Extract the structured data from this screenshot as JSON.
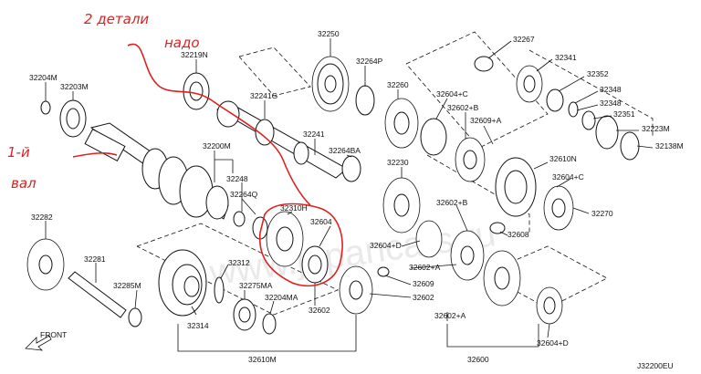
{
  "diagram_code": "J32200EU",
  "front_label": "FRONT",
  "watermark": "www.japancars.ru",
  "annotations": {
    "note_line1": "2 детали",
    "note_line2": "надо",
    "note_line3": "1-й",
    "note_line4": "вал"
  },
  "parts": {
    "p32250": "32250",
    "p32267": "32267",
    "p32341": "32341",
    "p32264P": "32264P",
    "p32219N": "32219N",
    "p32204M": "32204M",
    "p32203M": "32203M",
    "p32241G": "32241G",
    "p32260": "32260",
    "p32604C_top": "32604+C",
    "p32352": "32352",
    "p32348_a": "32348",
    "p32348_b": "32348",
    "p32351": "32351",
    "p32602B_top": "32602+B",
    "p32609A_top": "32609+A",
    "p32223M": "32223M",
    "p32138M": "32138M",
    "p32241": "32241",
    "p32264BA": "32264BA",
    "p32200M": "32200M",
    "p32610N": "32610N",
    "p32230": "32230",
    "p32604C_mid": "32604+C",
    "p32248": "32248",
    "p32264Q": "32264Q",
    "p32310H": "32310H",
    "p32604": "32604",
    "p32602B_mid": "32602+B",
    "p32270": "32270",
    "p32282": "32282",
    "p32608": "32608",
    "p32604D_mid": "32604+D",
    "p32281": "32281",
    "p32312": "32312",
    "p32602A_mid": "32602+A",
    "p32285M": "32285M",
    "p32275MA": "32275MA",
    "p32609": "32609",
    "p32204MA": "32204MA",
    "p32602": "32602",
    "p32314": "32314",
    "p32602A_bot": "32602+A",
    "p32604D_bot": "32604+D",
    "p32610M": "32610M",
    "p32600": "32600"
  }
}
